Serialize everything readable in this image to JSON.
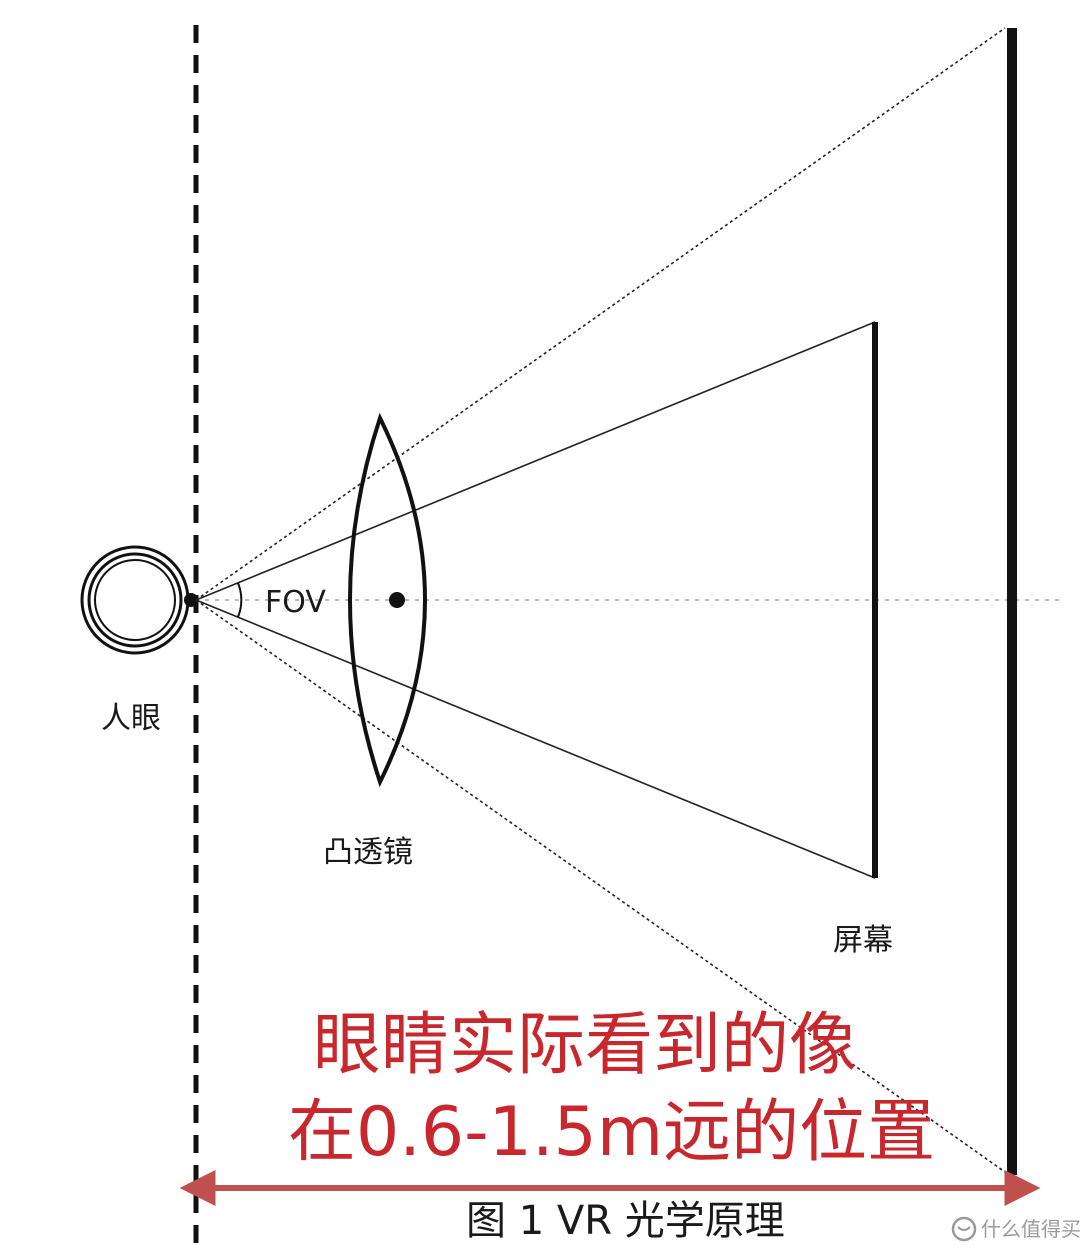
{
  "labels": {
    "fov": "FOV",
    "eye": "人眼",
    "lens": "凸透镜",
    "screen": "屏幕",
    "note_line1": "眼睛实际看到的像",
    "note_line2": "在0.6-1.5m远的位置",
    "caption": "图 1 VR 光学原理",
    "watermark": "什么值得买"
  },
  "colors": {
    "ink": "#1a1a1a",
    "annotation_red": "#c8282d",
    "arrow_red": "#c0504d",
    "axis_gray": "#bdbdbd",
    "watermark_gray": "#9a9a9a"
  },
  "icons": {
    "watermark": "smzdm-logo-icon"
  }
}
